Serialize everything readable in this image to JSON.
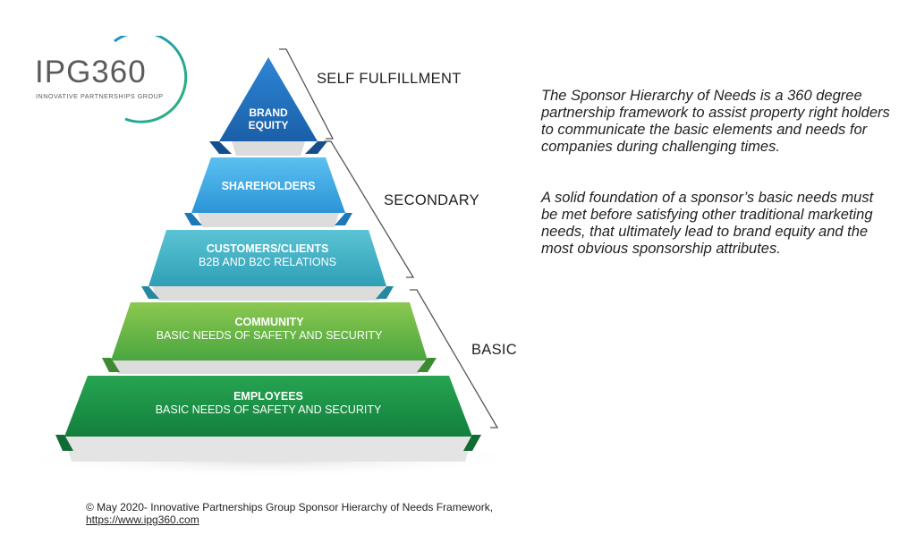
{
  "logo": {
    "name": "IPG360",
    "tagline": "INNOVATIVE PARTNERSHIPS GROUP"
  },
  "pyramid": {
    "tiers": [
      {
        "title": "BRAND\nEQUITY",
        "subtitle": ""
      },
      {
        "title": "SHAREHOLDERS",
        "subtitle": ""
      },
      {
        "title": "CUSTOMERS/CLIENTS",
        "subtitle": "B2B AND B2C RELATIONS"
      },
      {
        "title": "COMMUNITY",
        "subtitle": "BASIC NEEDS OF SAFETY AND SECURITY"
      },
      {
        "title": "EMPLOYEES",
        "subtitle": "BASIC NEEDS OF SAFETY AND SECURITY"
      }
    ],
    "levels": [
      "SELF FULFILLMENT",
      "SECONDARY",
      "BASIC"
    ]
  },
  "description": [
    "The Sponsor Hierarchy of Needs is a 360 degree partnership framework to assist property right holders to communicate the basic elements and needs for companies during challenging times.",
    "A solid foundation of a sponsor’s basic needs must be met before satisfying other traditional marketing needs, that ultimately lead to brand equity and the most obvious sponsorship attributes."
  ],
  "footer": {
    "text": "© May 2020- Innovative Partnerships Group Sponsor Hierarchy of Needs Framework, ",
    "link": "https://www.ipg360.com"
  },
  "colors": {
    "brand_equity": "#1f6fbf",
    "shareholders": "#3aa6e6",
    "customers": "#3fb0c6",
    "community": "#5fb548",
    "employees": "#1e9a4a",
    "logo_ring_blue": "#1c8fd0",
    "logo_ring_green": "#2bb673"
  }
}
